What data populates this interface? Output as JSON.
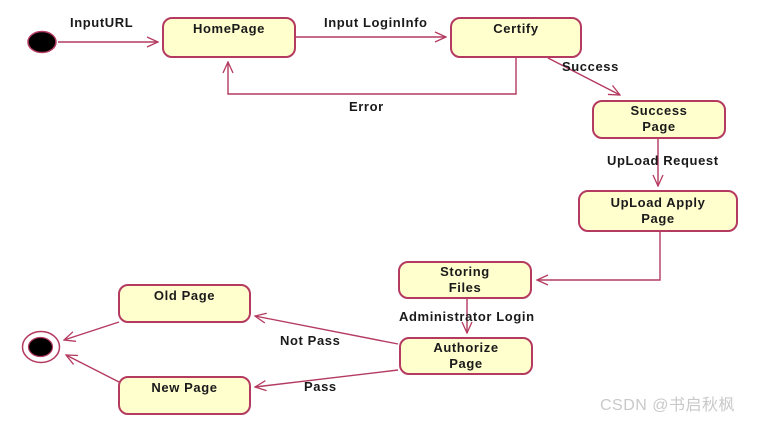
{
  "diagram": {
    "nodes": {
      "initial": {
        "type": "initial-state"
      },
      "homepage": {
        "label": "HomePage"
      },
      "certify": {
        "label": "Certify"
      },
      "success_page": {
        "line1": "Success",
        "line2": "Page"
      },
      "upload_apply_page": {
        "line1": "UpLoad Apply",
        "line2": "Page"
      },
      "storing_files": {
        "line1": "Storing",
        "line2": "Files"
      },
      "authorize_page": {
        "line1": "Authorize",
        "line2": "Page"
      },
      "old_page": {
        "label": "Old Page"
      },
      "new_page": {
        "label": "New Page"
      },
      "final": {
        "type": "final-state"
      }
    },
    "edge_labels": {
      "input_url": "InputURL",
      "input_logininfo": "Input LoginInfo",
      "error": "Error",
      "success": "Success",
      "upload_request": "UpLoad Request",
      "administrator_login": "Administrator Login",
      "not_pass": "Not Pass",
      "pass": "Pass"
    },
    "edges": [
      {
        "from": "initial",
        "to": "homepage",
        "label": "InputURL"
      },
      {
        "from": "homepage",
        "to": "certify",
        "label": "Input LoginInfo"
      },
      {
        "from": "certify",
        "to": "homepage",
        "label": "Error"
      },
      {
        "from": "certify",
        "to": "success_page",
        "label": "Success"
      },
      {
        "from": "success_page",
        "to": "upload_apply_page",
        "label": "UpLoad Request"
      },
      {
        "from": "upload_apply_page",
        "to": "storing_files",
        "label": ""
      },
      {
        "from": "storing_files",
        "to": "authorize_page",
        "label": "Administrator Login"
      },
      {
        "from": "authorize_page",
        "to": "old_page",
        "label": "Not Pass"
      },
      {
        "from": "authorize_page",
        "to": "new_page",
        "label": "Pass"
      },
      {
        "from": "old_page",
        "to": "final",
        "label": ""
      },
      {
        "from": "new_page",
        "to": "final",
        "label": ""
      }
    ],
    "colors": {
      "stroke": "#b43a60",
      "node_fill": "#ffffce",
      "text": "#1a1a1a",
      "initial_final_fill": "#000000"
    }
  },
  "watermark": {
    "text": "CSDN @书启秋枫",
    "color": "#c9c9c9"
  }
}
